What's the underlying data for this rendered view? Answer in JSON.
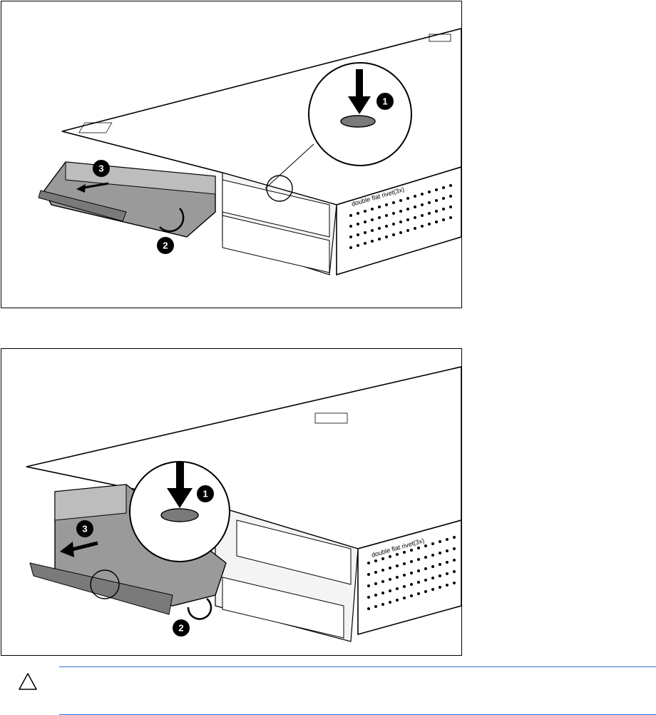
{
  "figures": [
    {
      "id": "figure-1",
      "stamp_text": "double flat rivet(3x)",
      "callouts": [
        "1",
        "2",
        "3"
      ]
    },
    {
      "id": "figure-2",
      "stamp_text": "double flat rivet(3x)",
      "callouts": [
        "1",
        "2",
        "3"
      ]
    }
  ],
  "caution": {
    "icon": "caution-triangle-icon",
    "text": ""
  },
  "colors": {
    "rule": "#2a6fdb",
    "line": "#000000",
    "shade": "#8a8a8a",
    "callout": "#000000"
  }
}
